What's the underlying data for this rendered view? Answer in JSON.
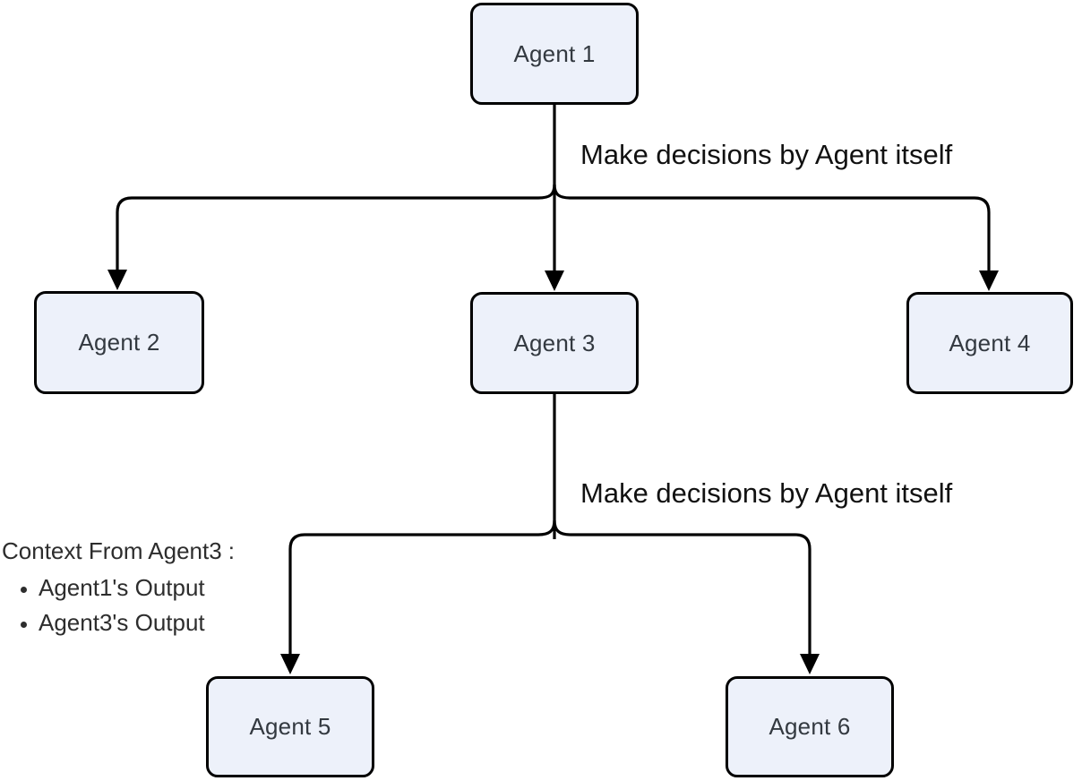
{
  "diagram": {
    "type": "flowchart",
    "direction": "top-down",
    "nodes": [
      {
        "id": "agent1",
        "label": "Agent 1"
      },
      {
        "id": "agent2",
        "label": "Agent 2"
      },
      {
        "id": "agent3",
        "label": "Agent 3"
      },
      {
        "id": "agent4",
        "label": "Agent 4"
      },
      {
        "id": "agent5",
        "label": "Agent 5"
      },
      {
        "id": "agent6",
        "label": "Agent 6"
      }
    ],
    "edges": [
      {
        "from": "agent1",
        "to": "agent2"
      },
      {
        "from": "agent1",
        "to": "agent3"
      },
      {
        "from": "agent1",
        "to": "agent4"
      },
      {
        "from": "agent3",
        "to": "agent5"
      },
      {
        "from": "agent3",
        "to": "agent6"
      }
    ],
    "edge_labels": [
      {
        "id": "decision-label-1",
        "text": "Make decisions by Agent itself"
      },
      {
        "id": "decision-label-2",
        "text": "Make decisions by Agent itself"
      }
    ],
    "annotation": {
      "title": "Context From Agent3",
      "colon": ":",
      "items": [
        "Agent1's Output",
        "Agent3's Output"
      ]
    },
    "colors": {
      "node_fill": "#EDF1FA",
      "node_border": "#000000",
      "node_text": "#333940",
      "line": "#000000",
      "label_text": "#111111",
      "background": "#FFFFFF"
    }
  }
}
